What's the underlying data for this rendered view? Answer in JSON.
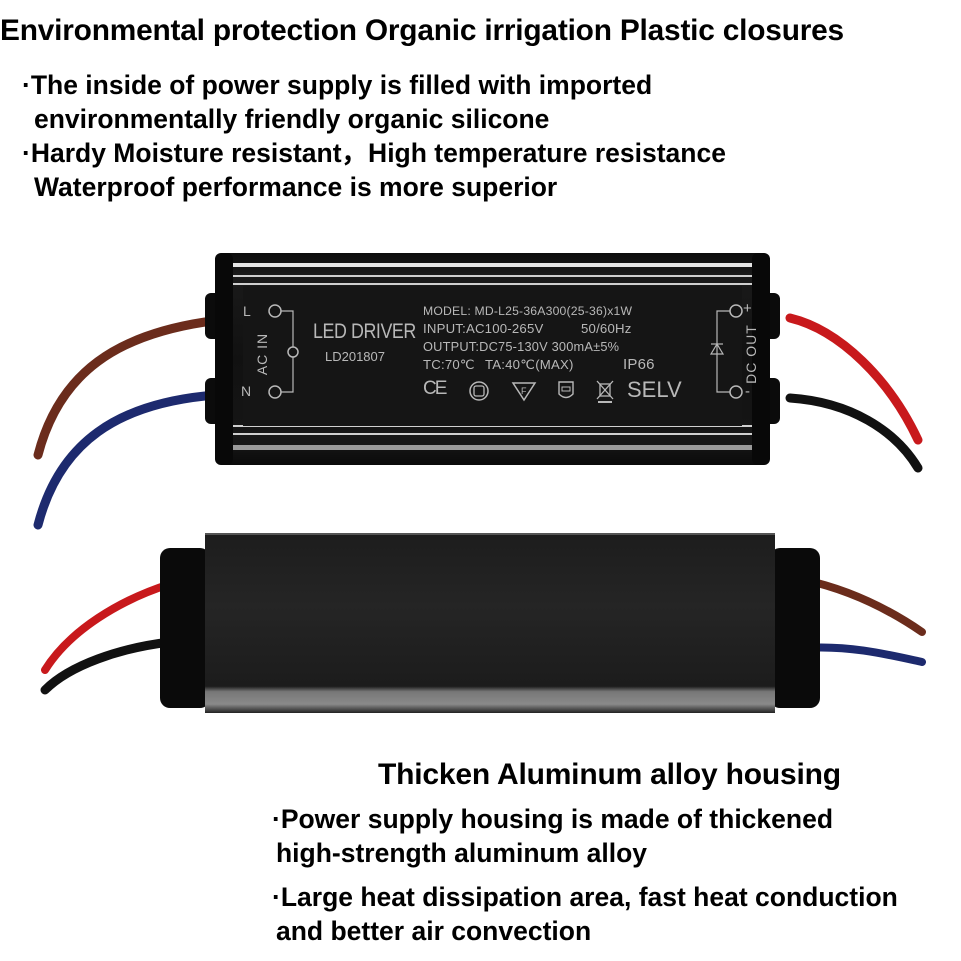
{
  "top_section": {
    "heading": "Environmental protection Organic irrigation Plastic closures",
    "bullets": [
      {
        "line1": "·The inside of power supply is filled with imported",
        "line2": " environmentally friendly organic silicone"
      },
      {
        "line1": "·Hardy  Moisture resistant，High temperature resistance",
        "line2": " Waterproof performance is more superior"
      }
    ]
  },
  "driver_label": {
    "brand": "LED DRIVER",
    "serial": "LD201807",
    "ac_in": "AC IN",
    "ac_l": "L",
    "ac_n": "N",
    "dc_out": "DC OUT",
    "dc_plus": "+",
    "dc_minus": "-",
    "model": "MODEL: MD-L25-36A300(25-36)x1W",
    "input": "INPUT:AC100-265V",
    "frequency": "50/60Hz",
    "output": "OUTPUT:DC75-130V 300mA±5%",
    "tc": "TC:70℃",
    "ta": "TA:40℃(MAX)",
    "ip": "IP66",
    "certifications": [
      "CE",
      "safety-mark",
      "F-mark",
      "class-mark",
      "weee-bin"
    ],
    "selv": "SELV"
  },
  "wire_colors": {
    "brown": "#6b2c1c",
    "blue": "#1d2a6e",
    "red": "#c8191c",
    "black": "#111111"
  },
  "bottom_section": {
    "heading": "Thicken Aluminum alloy housing",
    "bullets": [
      {
        "line1": "·Power supply housing is made of thickened",
        "line2": " high-strength aluminum alloy"
      },
      {
        "line1": "·Large heat dissipation area, fast heat conduction",
        "line2": " and better air convection"
      }
    ]
  }
}
